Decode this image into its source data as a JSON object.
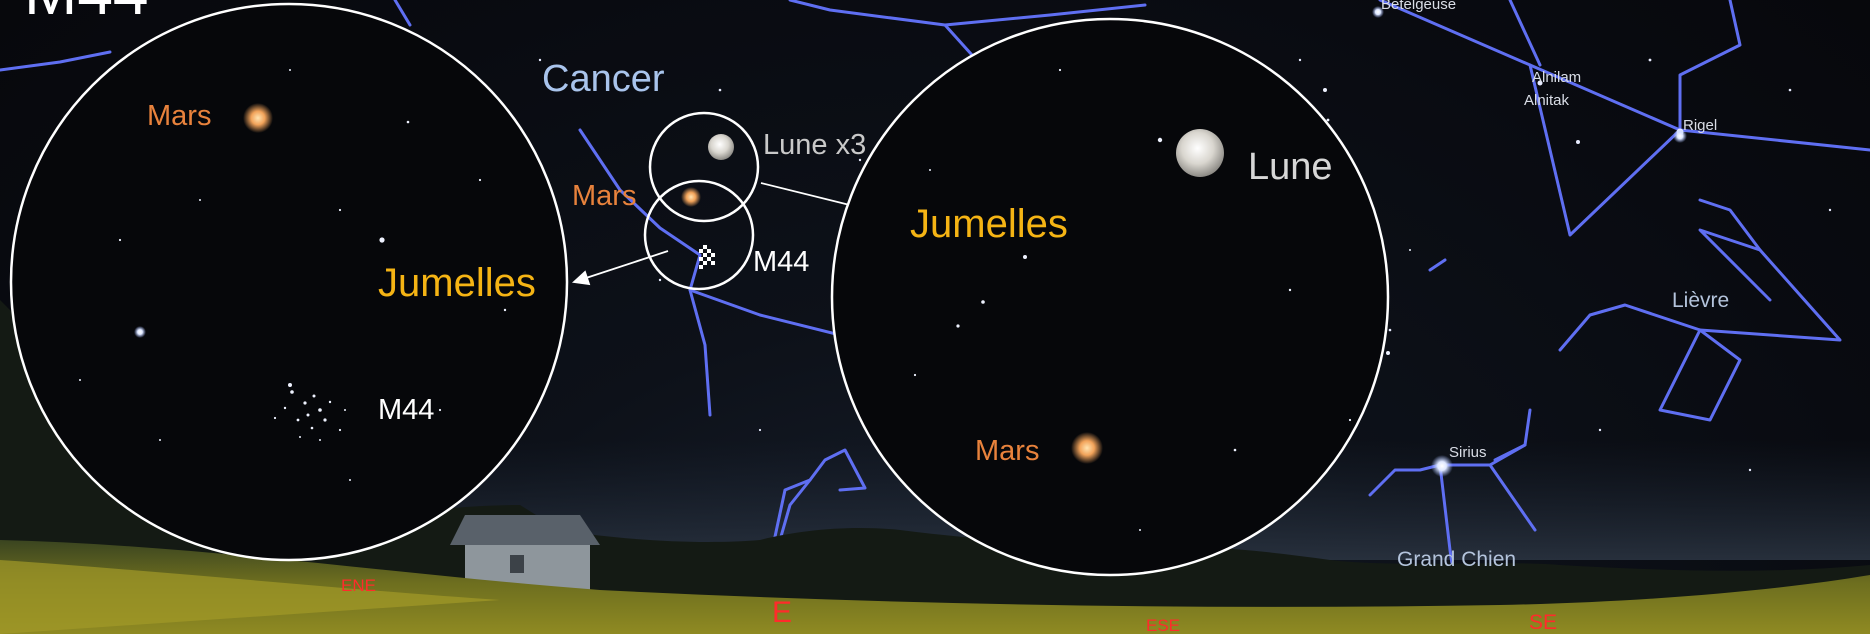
{
  "title_fragment": "M44",
  "constellation_labels": {
    "cancer": "Cancer",
    "lievre": "Lièvre",
    "grand_chien": "Grand Chien"
  },
  "star_labels": {
    "betelgeuse": "Betelgeuse",
    "alnilam": "Alnilam",
    "alnitak": "Alnitak",
    "rigel": "Rigel",
    "sirius": "Sirius"
  },
  "sky_labels": {
    "lune_x3": "Lune x3",
    "mars": "Mars",
    "m44": "M44"
  },
  "left_circle": {
    "mars": "Mars",
    "jumelles": "Jumelles",
    "m44": "M44"
  },
  "right_circle": {
    "lune": "Lune",
    "jumelles": "Jumelles",
    "mars": "Mars"
  },
  "cardinal": {
    "ene": "ENE",
    "e": "E",
    "ese": "ESE",
    "se": "SE"
  },
  "colors": {
    "constellation_lines": "#5f6ff2",
    "mars": "#e8823c",
    "jumelles": "#f5b414",
    "horizon": "#ff2b2b",
    "field_circle": "#ffffff"
  }
}
